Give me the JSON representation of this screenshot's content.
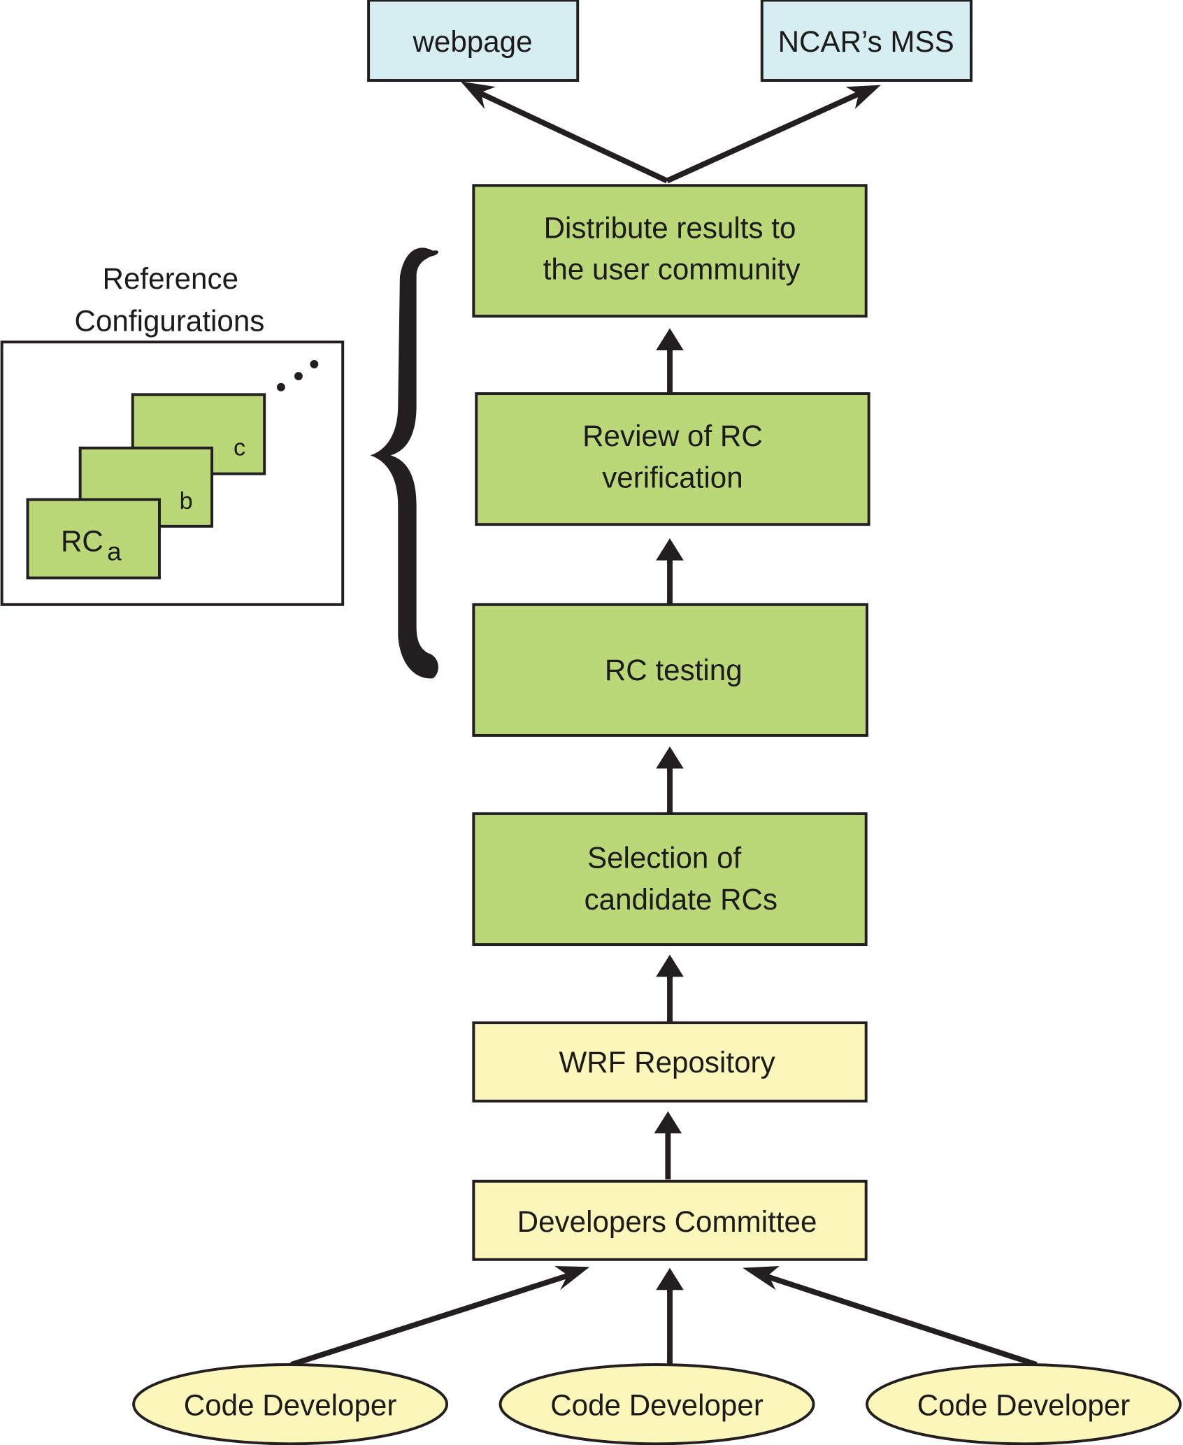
{
  "diagram": {
    "outputs": [
      {
        "id": "webpage",
        "label": "webpage",
        "color": "#d6eef2"
      },
      {
        "id": "ncar-mss",
        "label": "NCAR’s MSS",
        "color": "#d6eef2"
      }
    ],
    "steps": [
      {
        "id": "distribute",
        "lines": [
          "Distribute results to",
          "the user community"
        ],
        "color": "#bad878"
      },
      {
        "id": "review",
        "lines": [
          "Review of RC",
          "verification"
        ],
        "color": "#bad878"
      },
      {
        "id": "testing",
        "lines": [
          "RC testing"
        ],
        "color": "#bad878"
      },
      {
        "id": "selection",
        "lines": [
          "Selection of",
          "candidate RCs"
        ],
        "color": "#bad878"
      },
      {
        "id": "repository",
        "lines": [
          "WRF Repository"
        ],
        "color": "#fbf6b9"
      },
      {
        "id": "committee",
        "lines": [
          "Developers Committee"
        ],
        "color": "#fbf6b9"
      }
    ],
    "developers": [
      {
        "label": "Code Developer"
      },
      {
        "label": "Code Developer"
      },
      {
        "label": "Code Developer"
      }
    ],
    "reference": {
      "title_lines": [
        "Reference",
        "Configurations"
      ],
      "cards": [
        {
          "main": "RC",
          "sub": "a"
        },
        {
          "label": "b"
        },
        {
          "label": "c"
        }
      ],
      "ellipsis": "..."
    },
    "edges": [
      {
        "from": "Code Developer",
        "to": "Developers Committee"
      },
      {
        "from": "Developers Committee",
        "to": "WRF Repository"
      },
      {
        "from": "WRF Repository",
        "to": "Selection of candidate RCs"
      },
      {
        "from": "Selection of candidate RCs",
        "to": "RC testing"
      },
      {
        "from": "RC testing",
        "to": "Review of RC verification"
      },
      {
        "from": "Review of RC verification",
        "to": "Distribute results to the user community"
      },
      {
        "from": "Distribute results to the user community",
        "to": "webpage"
      },
      {
        "from": "Distribute results to the user community",
        "to": "NCAR’s MSS"
      }
    ]
  }
}
